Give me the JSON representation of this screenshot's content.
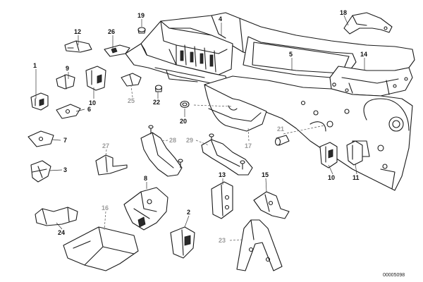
{
  "diagram": {
    "reference_code": "00005098",
    "callouts": [
      {
        "id": "c1",
        "text": "1",
        "style": "dark"
      },
      {
        "id": "c2",
        "text": "2",
        "style": "dark"
      },
      {
        "id": "c3",
        "text": "3",
        "style": "dark"
      },
      {
        "id": "c4",
        "text": "4",
        "style": "dark"
      },
      {
        "id": "c5",
        "text": "5",
        "style": "dark"
      },
      {
        "id": "c6",
        "text": "6",
        "style": "dark"
      },
      {
        "id": "c7",
        "text": "7",
        "style": "dark"
      },
      {
        "id": "c8",
        "text": "8",
        "style": "dark"
      },
      {
        "id": "c9",
        "text": "9",
        "style": "dark"
      },
      {
        "id": "c10a",
        "text": "10",
        "style": "dark"
      },
      {
        "id": "c10b",
        "text": "10",
        "style": "dark"
      },
      {
        "id": "c11",
        "text": "11",
        "style": "dark"
      },
      {
        "id": "c12",
        "text": "12",
        "style": "dark"
      },
      {
        "id": "c13",
        "text": "13",
        "style": "dark"
      },
      {
        "id": "c14",
        "text": "14",
        "style": "dark"
      },
      {
        "id": "c15",
        "text": "15",
        "style": "dark"
      },
      {
        "id": "c16",
        "text": "16",
        "style": "gray"
      },
      {
        "id": "c17",
        "text": "17",
        "style": "gray"
      },
      {
        "id": "c18",
        "text": "18",
        "style": "dark"
      },
      {
        "id": "c19",
        "text": "19",
        "style": "dark"
      },
      {
        "id": "c20",
        "text": "20",
        "style": "dark"
      },
      {
        "id": "c21",
        "text": "21",
        "style": "gray"
      },
      {
        "id": "c22",
        "text": "22",
        "style": "dark"
      },
      {
        "id": "c23",
        "text": "23",
        "style": "gray"
      },
      {
        "id": "c24",
        "text": "24",
        "style": "dark"
      },
      {
        "id": "c25",
        "text": "25",
        "style": "gray"
      },
      {
        "id": "c26",
        "text": "26",
        "style": "dark"
      },
      {
        "id": "c27",
        "text": "27",
        "style": "gray"
      },
      {
        "id": "c28",
        "text": "28",
        "style": "gray"
      },
      {
        "id": "c29",
        "text": "29",
        "style": "gray"
      }
    ]
  }
}
